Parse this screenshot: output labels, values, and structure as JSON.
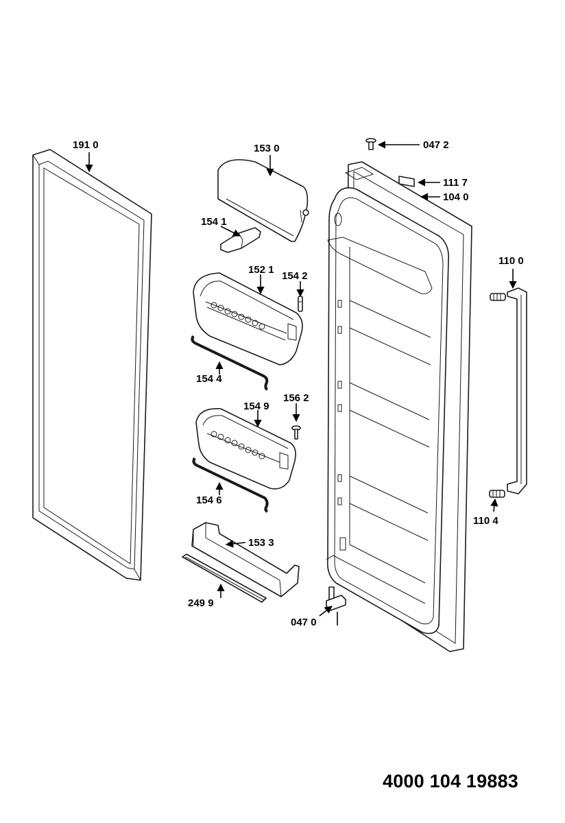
{
  "diagram": {
    "labels": {
      "p1910": "191 0",
      "p1530": "153 0",
      "p1541": "154 1",
      "p1521": "152 1",
      "p1542": "154 2",
      "p1544": "154 4",
      "p1549": "154 9",
      "p1562": "156 2",
      "p1546": "154 6",
      "p1533": "153 3",
      "p2499": "249 9",
      "p0472": "047 2",
      "p1117": "111 7",
      "p1040": "104 0",
      "p1100": "110 0",
      "p1104": "110 4",
      "p0470": "047 0"
    }
  },
  "document_number": "4000 104 19883"
}
